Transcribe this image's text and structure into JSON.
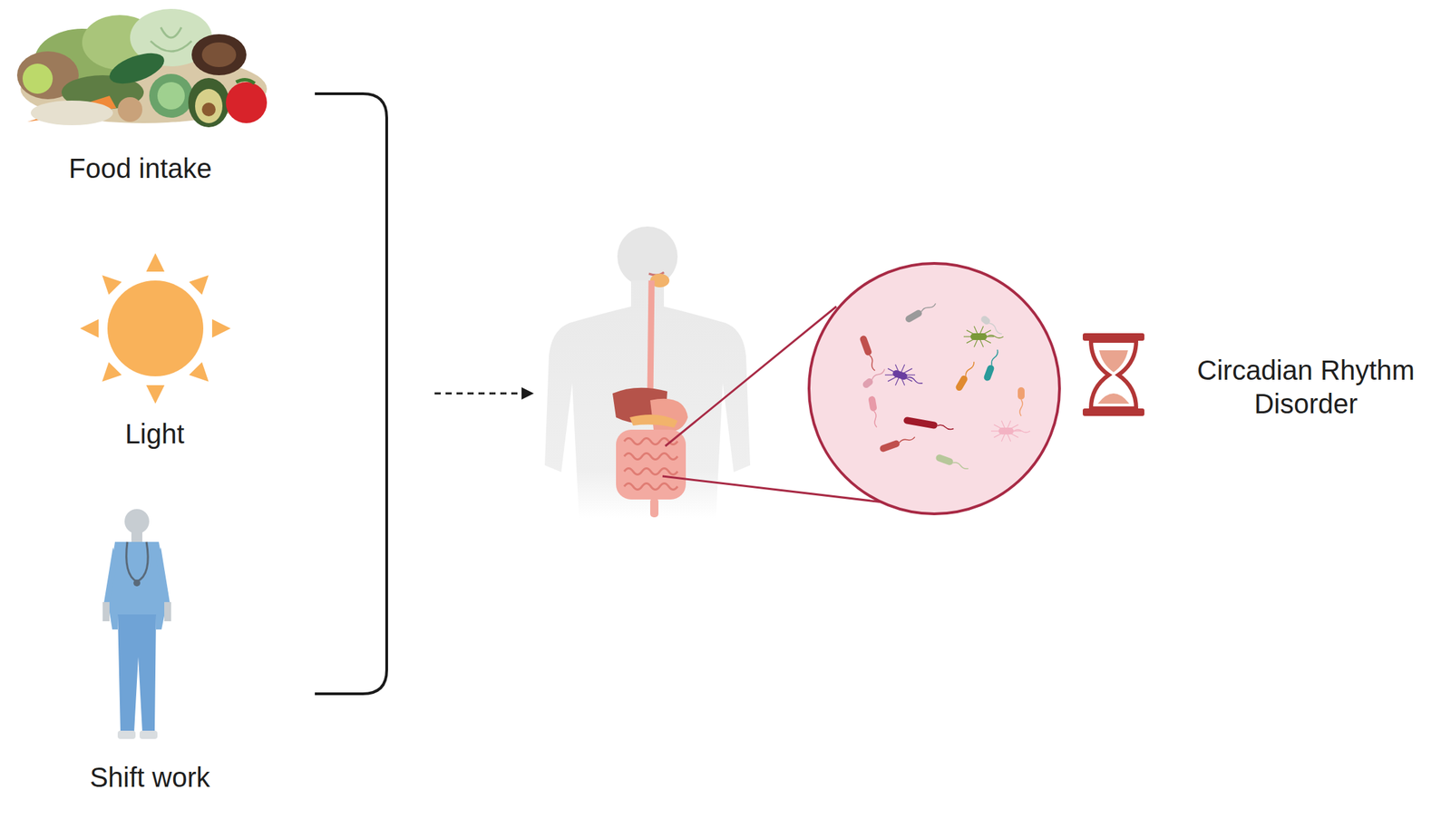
{
  "diagram": {
    "labels": [
      "Food intake",
      "Light",
      "Shift work",
      "Circadian Rhythm Disorder"
    ]
  }
}
